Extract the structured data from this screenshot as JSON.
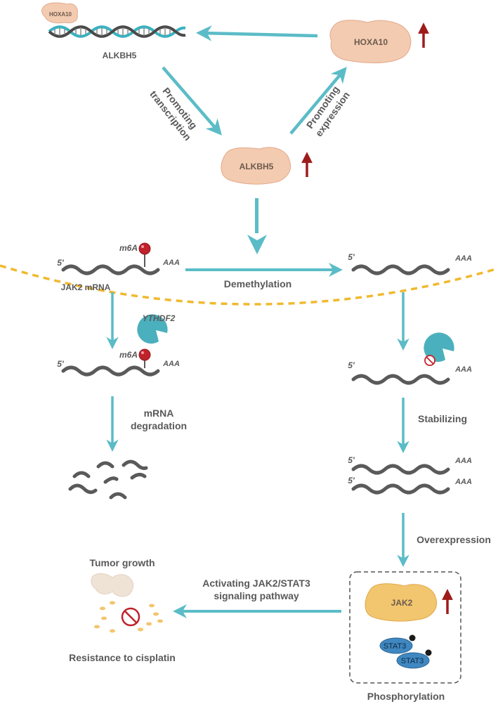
{
  "nodes": {
    "hoxa10_small": "HOXA10",
    "alkbh5_gene": "ALKBH5",
    "hoxa10_protein": "HOXA10",
    "alkbh5_protein": "ALKBH5",
    "jak2_mrna": "JAK2 mRNA",
    "ythdf2": "YTHDF2",
    "jak2_protein": "JAK2",
    "stat3_a": "STAT3",
    "stat3_b": "STAT3"
  },
  "edges": {
    "promoting_transcription_1": "Promoting",
    "promoting_transcription_2": "transcription",
    "promoting_expression_1": "Promoting",
    "promoting_expression_2": "expression",
    "demethylation": "Demethylation",
    "mrna_degradation_1": "mRNA",
    "mrna_degradation_2": "degradation",
    "stabilizing": "Stabilizing",
    "overexpression": "Overexpression",
    "activating_1": "Activating JAK2/STAT3",
    "activating_2": "signaling pathway"
  },
  "mrna_labels": {
    "five_prime": "5'",
    "poly_a": "AAA",
    "m6a": "m6A"
  },
  "outcomes": {
    "tumor_growth": "Tumor growth",
    "resistance": "Resistance to cisplatin",
    "phosphorylation": "Phosphorylation"
  },
  "colors": {
    "arrow": "#5bbcc7",
    "up_arrow": "#9e1b1b",
    "strand": "#5a5a5a",
    "membrane": "#f0b92e",
    "protein_pink": "#f3cbb0",
    "jak2": "#f2c66e",
    "stat3": "#3f87c0"
  }
}
